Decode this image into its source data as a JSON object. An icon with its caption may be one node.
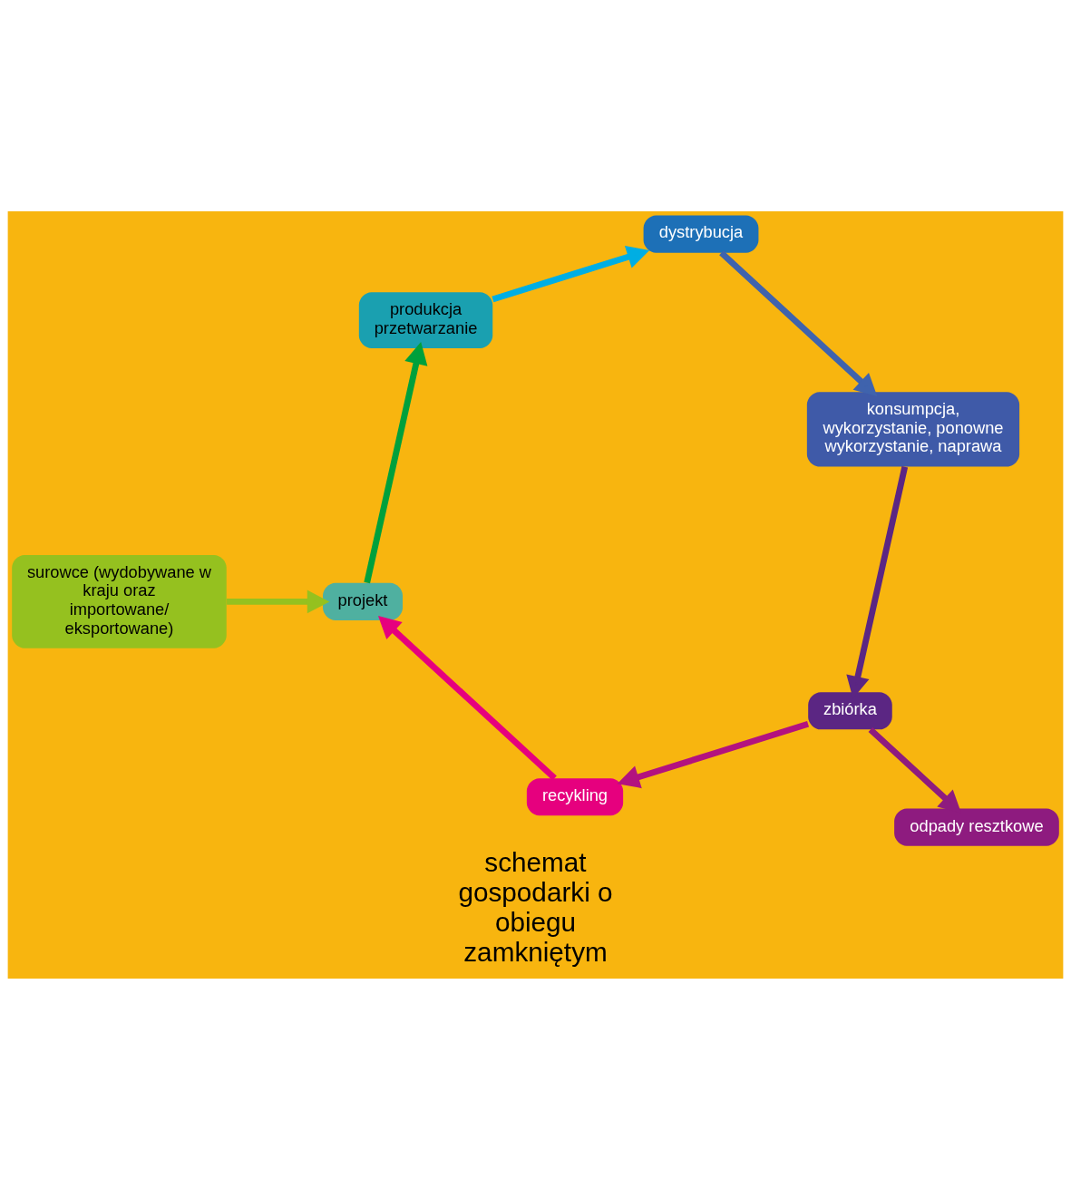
{
  "diagram": {
    "title": "schemat gospodarki o obiegu zamkniętym",
    "nodes": [
      {
        "text": [
          "surowce (wydobywane w kraju oraz importowane/ eksportowane)"
        ]
      },
      {
        "text": [
          "projekt"
        ]
      },
      {
        "text": [
          "produkcja przetwarzanie"
        ]
      },
      {
        "text": [
          "dystrybucja"
        ]
      },
      {
        "text": [
          "konsumpcja, wykorzystanie, ponowne wykorzystanie, naprawa"
        ]
      },
      {
        "text": [
          "zbiórka"
        ]
      },
      {
        "text": [
          "recykling"
        ]
      },
      {
        "text": [
          "odpady resztkowe"
        ]
      }
    ],
    "edges": [
      {
        "from": 0,
        "to": 1,
        "arrow": "to",
        "color": "#95c11f"
      },
      {
        "from": 1,
        "to": 2,
        "arrow": "to",
        "color": "#00a03c"
      },
      {
        "from": 2,
        "to": 3,
        "arrow": "to",
        "color": "#00aee3"
      },
      {
        "from": 3,
        "to": 4,
        "arrow": "to",
        "color": "#3f63ad"
      },
      {
        "from": 4,
        "to": 5,
        "arrow": "to",
        "color": "#5b2683"
      },
      {
        "from": 5,
        "to": 6,
        "arrow": "to",
        "color": "#b3127f"
      },
      {
        "from": 6,
        "to": 1,
        "arrow": "to",
        "color": "#e6007e"
      },
      {
        "from": 5,
        "to": 7,
        "arrow": "to",
        "color": "#8e1b7f"
      }
    ]
  }
}
